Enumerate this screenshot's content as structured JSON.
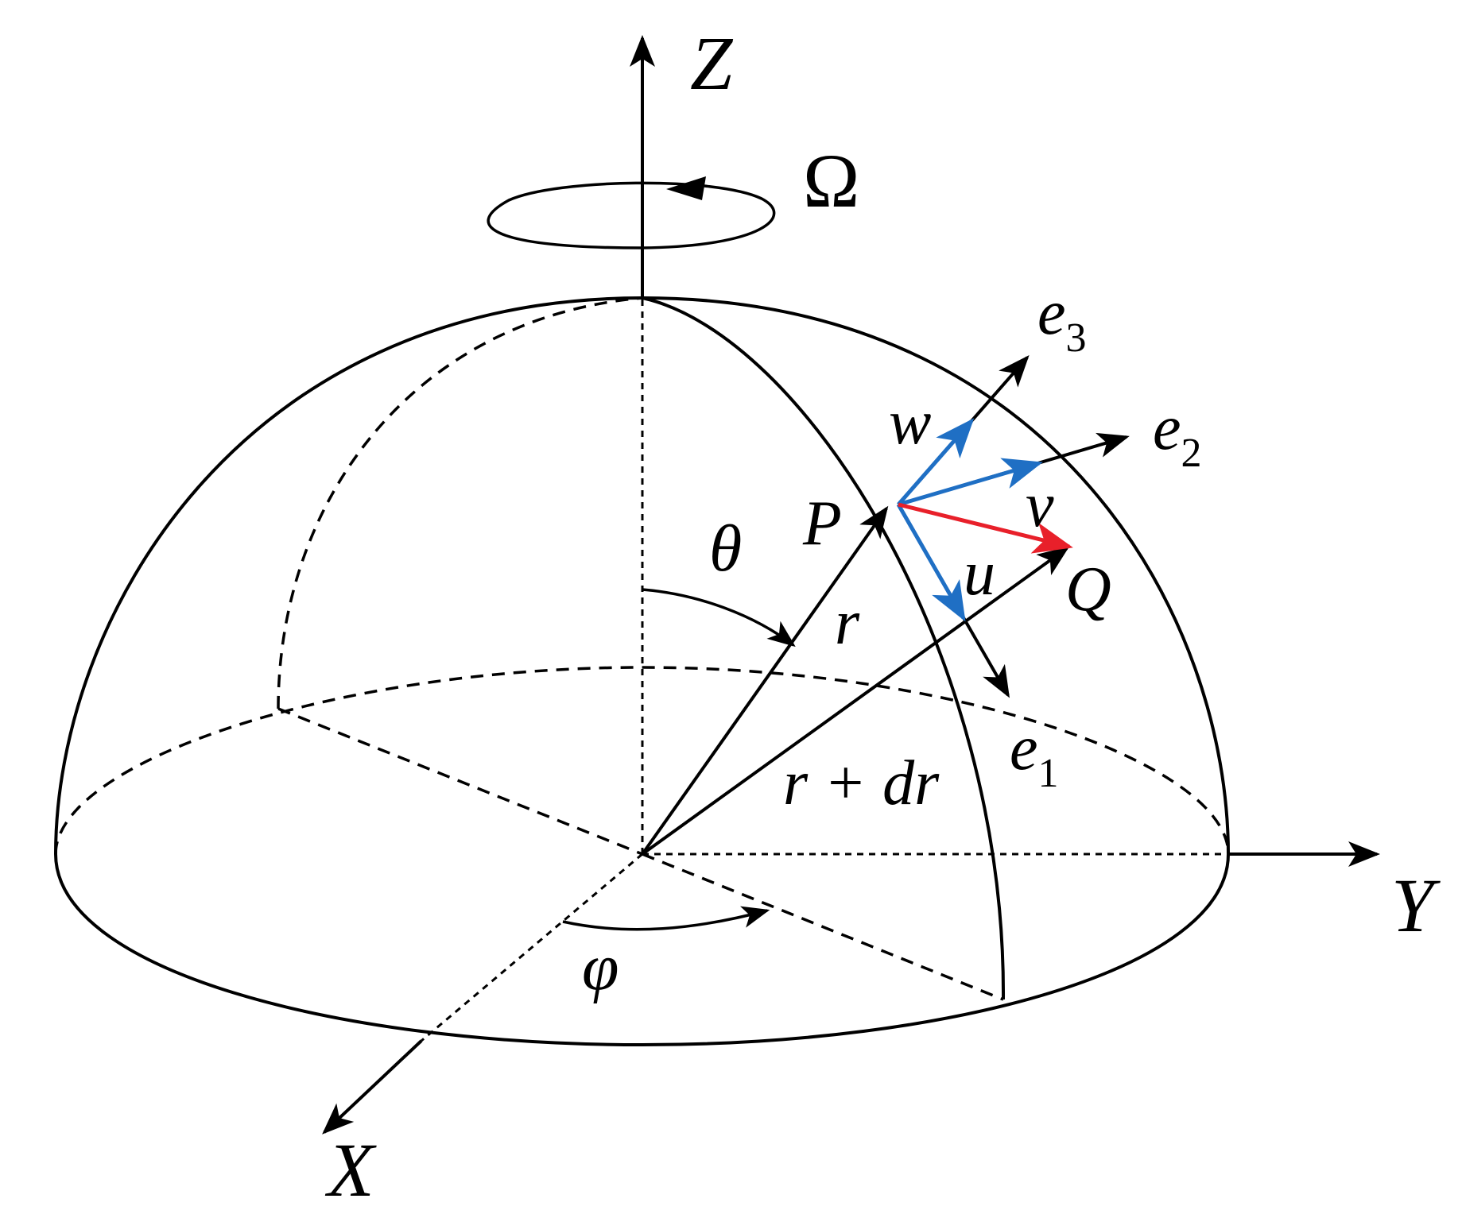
{
  "diagram": {
    "labels": {
      "z_axis": "Z",
      "y_axis": "Y",
      "x_axis": "X",
      "omega": "Ω",
      "theta": "θ",
      "phi": "φ",
      "point_p": "P",
      "point_q": "Q",
      "r": "r",
      "r_plus_dr": "r + dr",
      "e1": "e",
      "e1_sub": "1",
      "e2": "e",
      "e2_sub": "2",
      "e3": "e",
      "e3_sub": "3",
      "u": "u",
      "v": "v",
      "w": "w"
    },
    "colors": {
      "line": "#000000",
      "velocity_components": "#1f6fc4",
      "displacement": "#e8202a"
    }
  }
}
